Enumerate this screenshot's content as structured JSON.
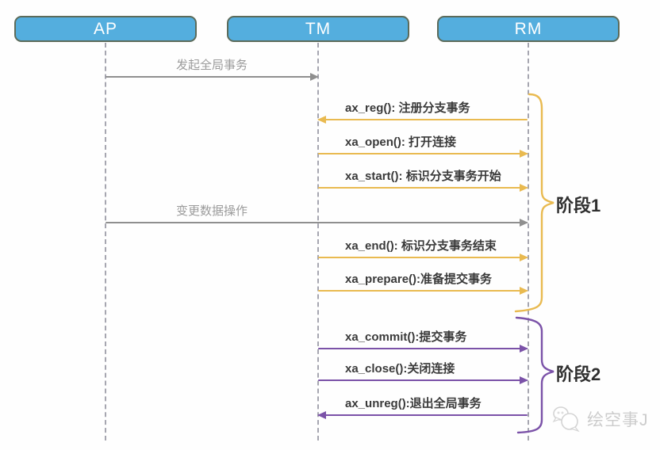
{
  "actors": [
    {
      "id": "ap",
      "label": "AP"
    },
    {
      "id": "tm",
      "label": "TM"
    },
    {
      "id": "rm",
      "label": "RM"
    }
  ],
  "messages": [
    {
      "label": "发起全局事务",
      "from": "AP",
      "to": "TM",
      "style": "gray"
    },
    {
      "label": "ax_reg(): 注册分支事务",
      "from": "RM",
      "to": "TM",
      "style": "yellow"
    },
    {
      "label": "xa_open(): 打开连接",
      "from": "TM",
      "to": "RM",
      "style": "yellow"
    },
    {
      "label": "xa_start(): 标识分支事务开始",
      "from": "TM",
      "to": "RM",
      "style": "yellow"
    },
    {
      "label": "变更数据操作",
      "from": "AP",
      "to": "RM",
      "style": "gray"
    },
    {
      "label": "xa_end(): 标识分支事务结束",
      "from": "TM",
      "to": "RM",
      "style": "yellow"
    },
    {
      "label": "xa_prepare():准备提交事务",
      "from": "TM",
      "to": "RM",
      "style": "yellow"
    },
    {
      "label": "xa_commit():提交事务",
      "from": "TM",
      "to": "RM",
      "style": "purple"
    },
    {
      "label": "xa_close():关闭连接",
      "from": "TM",
      "to": "RM",
      "style": "purple"
    },
    {
      "label": "ax_unreg():退出全局事务",
      "from": "RM",
      "to": "TM",
      "style": "purple"
    }
  ],
  "phases": [
    {
      "label": "阶段1",
      "color": "#e9ba50"
    },
    {
      "label": "阶段2",
      "color": "#7b52a8"
    }
  ],
  "watermark": {
    "text": "绘空事J"
  },
  "colors": {
    "actor_fill": "#54aede",
    "actor_border": "#5c6b5a",
    "lifeline": "#a6a6b0",
    "gray_arrow": "#8f8f8f",
    "phase1_accent": "#e9ba50",
    "phase2_accent": "#7b52a8"
  }
}
